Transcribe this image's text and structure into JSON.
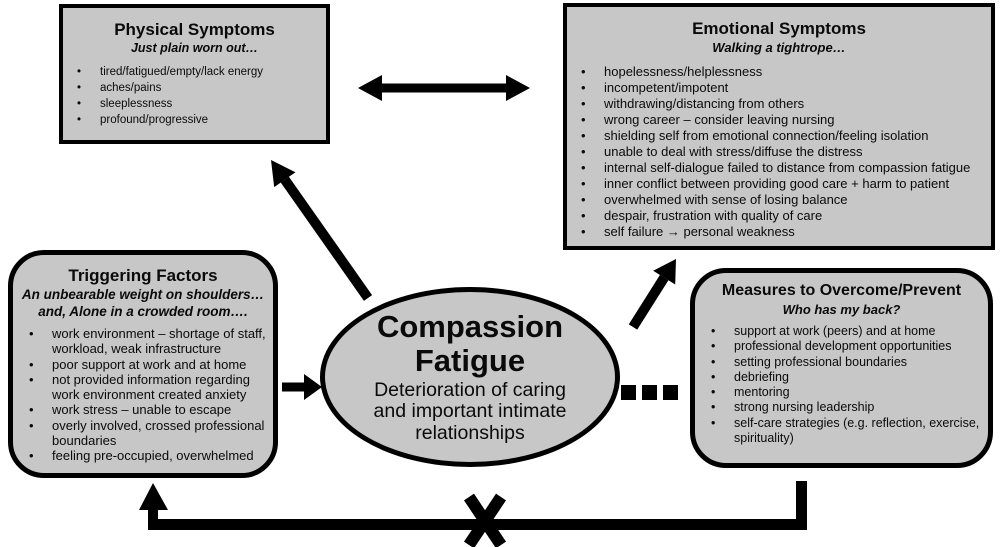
{
  "colors": {
    "box_fill": "#c7c7c7",
    "border": "#000000",
    "background": "#ffffff"
  },
  "physical": {
    "title": "Physical Symptoms",
    "subtitle": "Just plain worn out…",
    "items": [
      "tired/fatigued/empty/lack energy",
      "aches/pains",
      "sleeplessness",
      "profound/progressive"
    ]
  },
  "emotional": {
    "title": "Emotional Symptoms",
    "subtitle": "Walking a tightrope…",
    "items": [
      "hopelessness/helplessness",
      "incompetent/impotent",
      "withdrawing/distancing from others",
      "wrong career – consider leaving nursing",
      "shielding self from emotional connection/feeling isolation",
      "unable to deal with stress/diffuse the distress",
      "internal self-dialogue failed to distance from compassion fatigue",
      "inner conflict between providing good care + harm to patient",
      "overwhelmed with sense of losing balance",
      "despair, frustration with quality of care",
      "self failure → personal weakness"
    ]
  },
  "triggering": {
    "title": "Triggering Factors",
    "subtitle_line1": "An unbearable weight on shoulders…",
    "subtitle_line2": "and, Alone in a crowded room….",
    "items": [
      "work environment – shortage of staff, workload, weak infrastructure",
      "poor support at work and at home",
      "not provided information regarding work environment created anxiety",
      "work stress – unable to escape",
      "overly involved, crossed professional boundaries",
      "feeling pre-occupied, overwhelmed"
    ]
  },
  "center": {
    "title": "Compassion Fatigue",
    "subtitle": "Deterioration of caring and important intimate relationships"
  },
  "measures": {
    "title": "Measures to Overcome/Prevent",
    "subtitle": "Who has my back?",
    "items": [
      "support at work (peers) and at home",
      "professional development opportunities",
      "setting professional boundaries",
      "debriefing",
      "mentoring",
      "strong nursing leadership",
      "self-care strategies (e.g. reflection, exercise, spirituality)"
    ]
  }
}
